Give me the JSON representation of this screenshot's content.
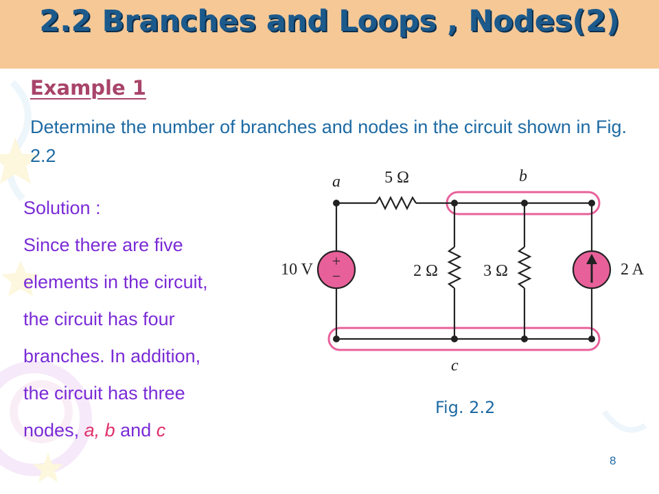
{
  "slide": {
    "title": "2.2 Branches and Loops , Nodes(2)",
    "example_heading": "Example 1",
    "problem_text": "Determine the number of branches and nodes in the circuit shown in Fig. 2.2",
    "solution": {
      "line1": "Solution :",
      "line2": "Since there are five",
      "line3": "elements in the circuit,",
      "line4": "the circuit has four",
      "line5": "branches. In addition,",
      "line6": "the circuit has three",
      "line7_prefix": "nodes, ",
      "node_a": "a,",
      "node_b": "b",
      "line7_and": " and ",
      "node_c": "c"
    },
    "figure": {
      "node_a": "a",
      "node_b": "b",
      "node_c": "c",
      "resistor_series": "5 Ω",
      "resistor_left": "2 Ω",
      "resistor_right": "3 Ω",
      "voltage_source": "10 V",
      "voltage_plus": "+",
      "voltage_minus": "−",
      "current_source": "2 A"
    },
    "fig_caption": "Fig. 2.2",
    "page_number": "8"
  },
  "colors": {
    "header_band": "#f5c896",
    "title_text": "#1c5a8c",
    "example_heading": "#a8446a",
    "body_text": "#1d6aa3",
    "solution_text": "#7a2bd6",
    "node_highlight": "#e0306a",
    "circuit_highlight": "#e8609a"
  }
}
